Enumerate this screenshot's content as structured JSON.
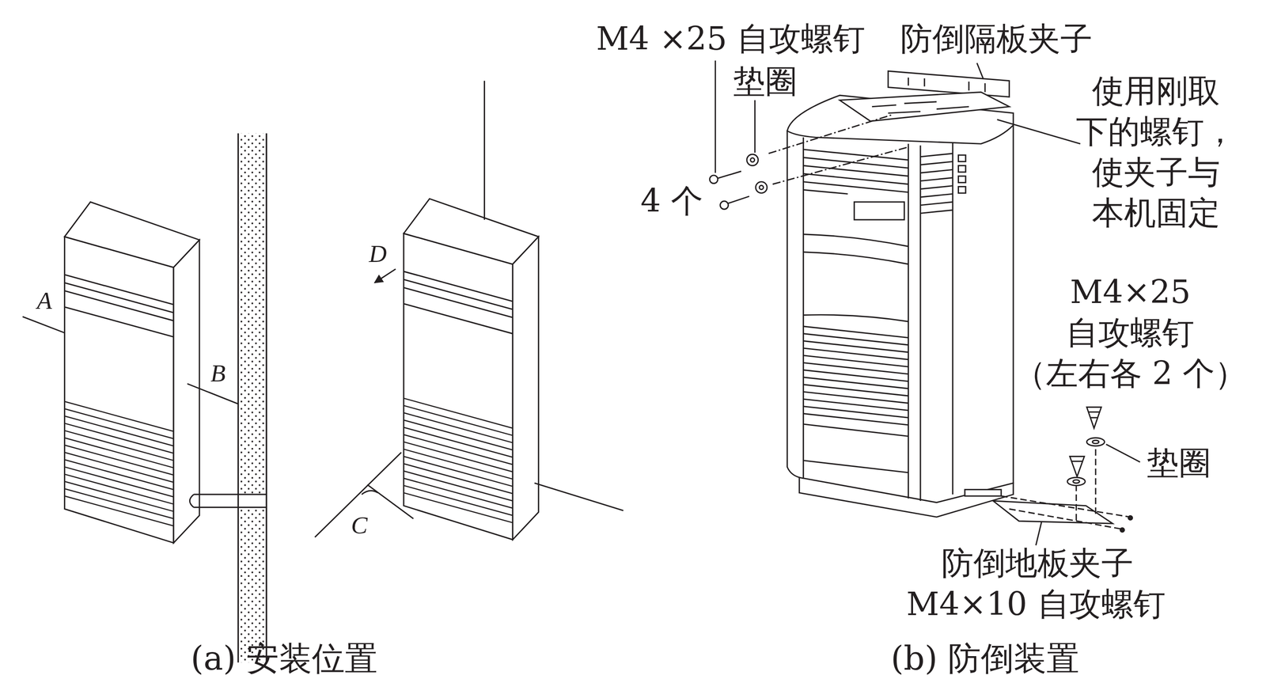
{
  "diagram": {
    "labels": [
      "A",
      "B",
      "C",
      "D",
      "M4 ×25 自攻螺钉",
      "垫圈",
      "4 个",
      "防倒隔板夹子",
      "使用刚取 下的螺钉， 使夹子与 本机固定",
      "M4×25 自攻螺钉 （左右各 2 个）",
      "垫圈",
      "防倒地板夹子",
      "M4×10 自攻螺钉",
      "(a) 安装位置",
      "(b) 防倒装置"
    ]
  }
}
